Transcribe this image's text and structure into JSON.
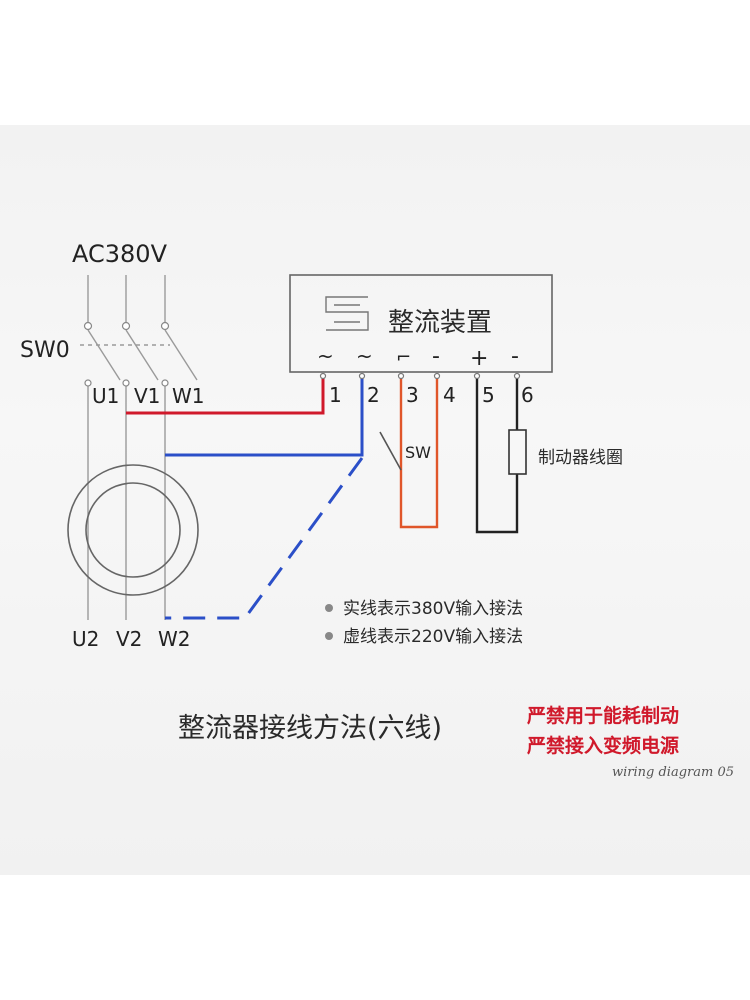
{
  "supply": {
    "label": "AC380V"
  },
  "switch0": {
    "label": "SW0"
  },
  "motor": {
    "top_terminals": [
      "U1",
      "V1",
      "W1"
    ],
    "bottom_terminals": [
      "U2",
      "V2",
      "W2"
    ]
  },
  "rectifier": {
    "title": "整流装置",
    "symbols": [
      "~",
      "~",
      "⌐",
      "-",
      "+",
      "-"
    ],
    "terminals": [
      "1",
      "2",
      "3",
      "4",
      "5",
      "6"
    ]
  },
  "sw": {
    "label": "SW"
  },
  "brake_coil": {
    "label": "制动器线圈"
  },
  "legend": {
    "solid": "实线表示380V输入接法",
    "dashed": "虚线表示220V输入接法"
  },
  "caption": "整流器接线方法(六线)",
  "warnings": [
    "严禁用于能耗制动",
    "严禁接入变频电源"
  ],
  "footer": "wiring diagram 05",
  "colors": {
    "red_wire": "#d0192b",
    "blue_wire": "#2b4fc8",
    "orange_wire": "#e0562a",
    "black_wire": "#222222",
    "warning": "#d0192b"
  }
}
